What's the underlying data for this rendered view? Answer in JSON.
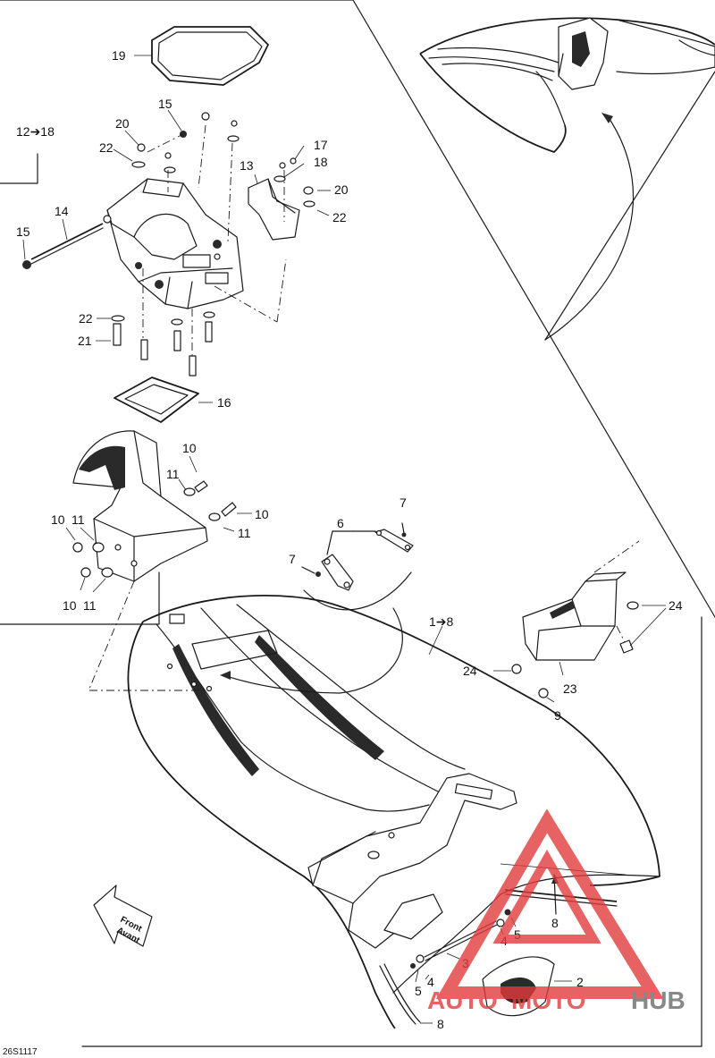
{
  "diagram_code": "26S1117",
  "front_arrow": {
    "line1": "Front",
    "line2": "Avant"
  },
  "watermark": {
    "part1": "AUTO",
    "part2": "MOTO",
    "part3": "HUB"
  },
  "callouts": {
    "c19": "19",
    "c15_top": "15",
    "c20_top": "20",
    "c22_top": "22",
    "c12_18": "12➔18",
    "c14": "14",
    "c15_left": "15",
    "c13": "13",
    "c17": "17",
    "c18": "18",
    "c20_right": "20",
    "c22_right": "22",
    "c22_bottom": "22",
    "c21": "21",
    "c16": "16",
    "c10_a": "10",
    "c11_a": "11",
    "c10_b": "10",
    "c11_b": "11",
    "c10_c": "10",
    "c11_c": "11",
    "c10_d": "10",
    "c11_d": "11",
    "c7_top": "7",
    "c6": "6",
    "c7_left": "7",
    "c1_8": "1➔8",
    "c24_right": "24",
    "c24_left": "24",
    "c23": "23",
    "c9": "9",
    "c8_rod": "8",
    "c4_upper": "4",
    "c5_upper": "5",
    "c3": "3",
    "c5_lower": "5",
    "c4_lower": "4",
    "c2": "2",
    "c8_bottom": "8"
  },
  "colors": {
    "line": "#1a1a1a",
    "watermark_red": "#e23b3b",
    "watermark_gray": "#6b6b6b"
  }
}
